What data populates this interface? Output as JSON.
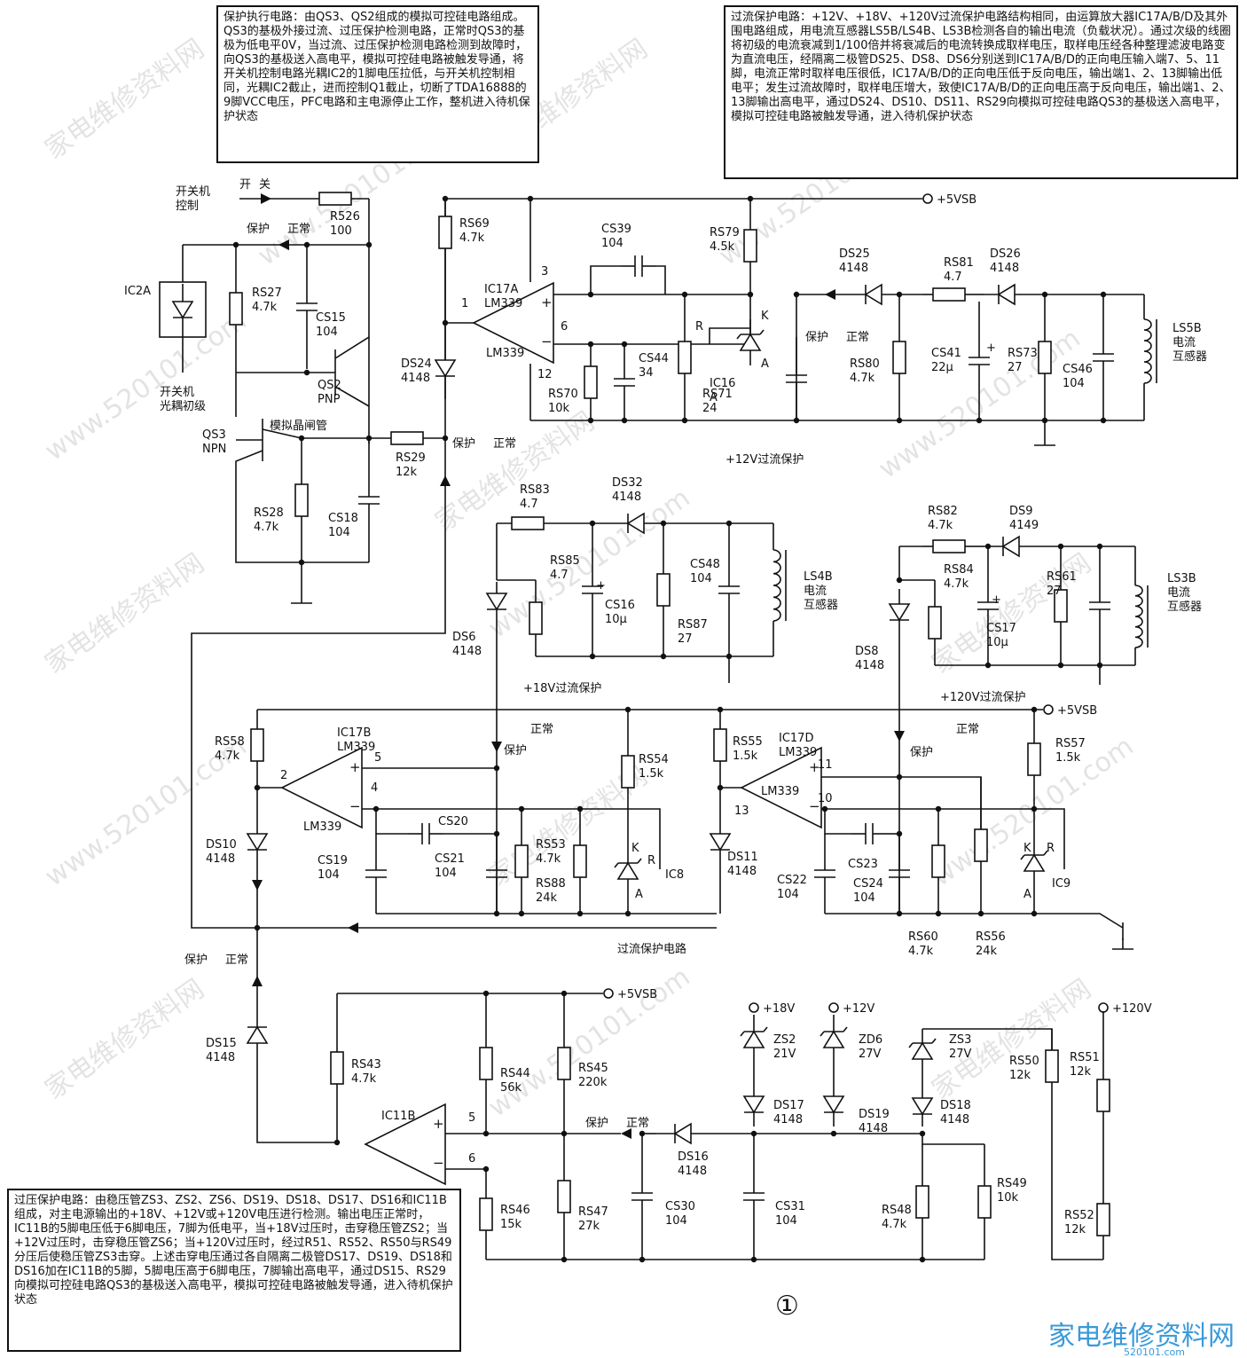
{
  "callouts": {
    "protection_exec": "保护执行电路：由QS3、QS2组成的模拟可控硅电路组成。QS3的基极外接过流、过压保护检测电路，正常时QS3的基极为低电平0V，当过流、过压保护检测电路检测到故障时，向QS3的基极送入高电平，模拟可控硅电路被触发导通，将开关机控制电路光耦IC2的1脚电压拉低，与开关机控制相同，光耦IC2截止，进而控制Q1截止，切断了TDA16888的9脚VCC电压，PFC电路和主电源停止工作，整机进入待机保护状态",
    "overcurrent": "过流保护电路：+12V、+18V、+120V过流保护电路结构相同，由运算放大器IC17A/B/D及其外围电路组成，用电流互感器LS5B/LS4B、LS3B检测各自的输出电流（负载状况）。通过次级的线圈将初级的电流衰减到1/100倍并将衰减后的电流转换成取样电压，取样电压经各种整理滤波电路变为直流电压，经隔离二极管DS25、DS8、DS6分别送到IC17A/B/D的正向电压输入端7、5、11脚，电流正常时取样电压很低，IC17A/B/D的正向电压低于反向电压，输出端1、2、13脚输出低电平；发生过流故障时，取样电压增大，致使IC17A/B/D的正向电压高于反向电压，输出端1、2、13脚输出高电平，通过DS24、DS10、DS11、RS29向模拟可控硅电路QS3的基极送入高电平，模拟可控硅电路被触发导通，进入待机保护状态",
    "overvoltage": "过压保护电路：由稳压管ZS3、ZS2、ZS6、DS19、DS18、DS17、DS16和IC11B组成，对主电源输出的+18V、+12V或+120V电压进行检测。输出电压正常时，IC11B的5脚电压低于6脚电压，7脚为低电平，当+18V过压时，击穿稳压管ZS2；当+12V过压时，击穿稳压管ZS6；当+120V过压时，经过R51、RS52、RS50与RS49分压后使稳压管ZS3击穿。上述击穿电压通过各自隔离二极管DS17、DS19、DS18和DS16加在IC11B的5脚，5脚电压高于6脚电压，7脚输出高电平，通过DS15、RS29向模拟可控硅电路QS3的基极送入高电平，模拟可控硅电路被触发导通，进入待机保护状态"
  },
  "section_titles": {
    "oc12": "+12V过流保护",
    "oc18": "+18V过流保护",
    "oc120": "+120V过流保护",
    "oc_circuit": "过流保护电路",
    "figure_number": "①"
  },
  "rails": {
    "vsb1": "+5VSB",
    "vsb2": "+5VSB",
    "vsb3": "+5VSB",
    "v18": "+18V",
    "v12": "+12V",
    "v120": "+120V"
  },
  "labels": {
    "switch_ctrl": "开关机",
    "switch_ctrl2": "控制",
    "open": "开",
    "close": "关",
    "opto_primary": "开关机",
    "opto_primary2": "光耦初级",
    "scr_sim": "模拟晶闸管",
    "ic2a": "IC2A",
    "protect": "保护",
    "normal": "正常"
  },
  "components": {
    "R526": [
      "R526",
      "100"
    ],
    "RS27": [
      "RS27",
      "4.7k"
    ],
    "CS15": [
      "CS15",
      "104"
    ],
    "QS2": [
      "QS2",
      "PNP"
    ],
    "QS3": [
      "QS3",
      "NPN"
    ],
    "RS28": [
      "RS28",
      "4.7k"
    ],
    "CS18": [
      "CS18",
      "104"
    ],
    "RS29": [
      "RS29",
      "12k"
    ],
    "RS69": [
      "RS69",
      "4.7k"
    ],
    "DS24": [
      "DS24",
      "4148"
    ],
    "IC17A": [
      "IC17A",
      "LM339"
    ],
    "CS39": [
      "CS39",
      "104"
    ],
    "RS79": [
      "RS79",
      "4.5k"
    ],
    "DS25": [
      "DS25",
      "4148"
    ],
    "RS81": [
      "RS81",
      "4.7"
    ],
    "DS26": [
      "DS26",
      "4148"
    ],
    "CS44": [
      "CS44",
      "34"
    ],
    "RS70": [
      "RS70",
      "10k"
    ],
    "RS71": [
      "RS71",
      "24"
    ],
    "IC16": [
      "IC16",
      "A"
    ],
    "RS80": [
      "RS80",
      "4.7k"
    ],
    "CS41": [
      "CS41",
      "22μ"
    ],
    "RS73": [
      "RS73",
      "27"
    ],
    "CS46": [
      "CS46",
      "104"
    ],
    "LS5B": [
      "LS5B",
      "电流",
      "互感器"
    ],
    "RS83": [
      "RS83",
      "4.7"
    ],
    "DS32": [
      "DS32",
      "4148"
    ],
    "RS85": [
      "RS85",
      "4.7"
    ],
    "CS16": [
      "CS16",
      "10μ"
    ],
    "RS87": [
      "RS87",
      "27"
    ],
    "CS48": [
      "CS48",
      "104"
    ],
    "LS4B": [
      "LS4B",
      "电流",
      "互感器"
    ],
    "DS6": [
      "DS6",
      "4148"
    ],
    "RS82": [
      "RS82",
      "4.7k"
    ],
    "DS9": [
      "DS9",
      "4149"
    ],
    "RS84": [
      "RS84",
      "4.7k"
    ],
    "CS17": [
      "CS17",
      "10μ"
    ],
    "RS61": [
      "RS61",
      "27"
    ],
    "LS3B": [
      "LS3B",
      "电流",
      "互感器"
    ],
    "DS8": [
      "DS8",
      "4148"
    ],
    "RS58": [
      "RS58",
      "4.7k"
    ],
    "IC17B": [
      "IC17B",
      "LM339"
    ],
    "DS10": [
      "DS10",
      "4148"
    ],
    "CS20": [
      "CS20"
    ],
    "CS19": [
      "CS19",
      "104"
    ],
    "CS21": [
      "CS21",
      "104"
    ],
    "RS53": [
      "RS53",
      "4.7k"
    ],
    "RS88": [
      "RS88",
      "24k"
    ],
    "RS54": [
      "RS54",
      "1.5k"
    ],
    "IC8": [
      "IC8"
    ],
    "RS55": [
      "RS55",
      "1.5k"
    ],
    "IC17D": [
      "IC17D",
      "LM339"
    ],
    "DS11": [
      "DS11",
      "4148"
    ],
    "CS22": [
      "CS22",
      "104"
    ],
    "CS23": [
      "CS23"
    ],
    "CS24": [
      "CS24",
      "104"
    ],
    "RS60": [
      "RS60",
      "4.7k"
    ],
    "RS56": [
      "RS56",
      "24k"
    ],
    "RS57": [
      "RS57",
      "1.5k"
    ],
    "IC9": [
      "IC9"
    ],
    "DS15": [
      "DS15",
      "4148"
    ],
    "RS43": [
      "RS43",
      "4.7k"
    ],
    "IC11B": [
      "IC11B"
    ],
    "RS44": [
      "RS44",
      "56k"
    ],
    "RS45": [
      "RS45",
      "220k"
    ],
    "RS46": [
      "RS46",
      "15k"
    ],
    "RS47": [
      "RS47",
      "27k"
    ],
    "CS30": [
      "CS30",
      "104"
    ],
    "DS16": [
      "DS16",
      "4148"
    ],
    "ZS2": [
      "ZS2",
      "21V"
    ],
    "DS17": [
      "DS17",
      "4148"
    ],
    "CS31": [
      "CS31",
      "104"
    ],
    "ZD6": [
      "ZD6",
      "27V"
    ],
    "DS19": [
      "DS19",
      "4148"
    ],
    "ZS3": [
      "ZS3",
      "27V"
    ],
    "DS18": [
      "DS18",
      "4148"
    ],
    "RS48": [
      "RS48",
      "4.7k"
    ],
    "RS49": [
      "RS49",
      "10k"
    ],
    "RS50": [
      "RS50",
      "12k"
    ],
    "RS51": [
      "RS51",
      "12k"
    ],
    "RS52": [
      "RS52",
      "12k"
    ]
  },
  "pins": {
    "p1": "1",
    "p2": "2",
    "p3": "3",
    "p4": "4",
    "p5": "5",
    "p6": "6",
    "p10": "10",
    "p11": "11",
    "p12": "12",
    "p13": "13",
    "p5b": "5",
    "p6b": "6",
    "K": "K",
    "R": "R",
    "A": "A"
  },
  "watermark": {
    "text": "家电维修资料网",
    "url": "www.520101.com"
  },
  "logo": {
    "text": "家电维修资料网",
    "sub": "520101.com"
  }
}
